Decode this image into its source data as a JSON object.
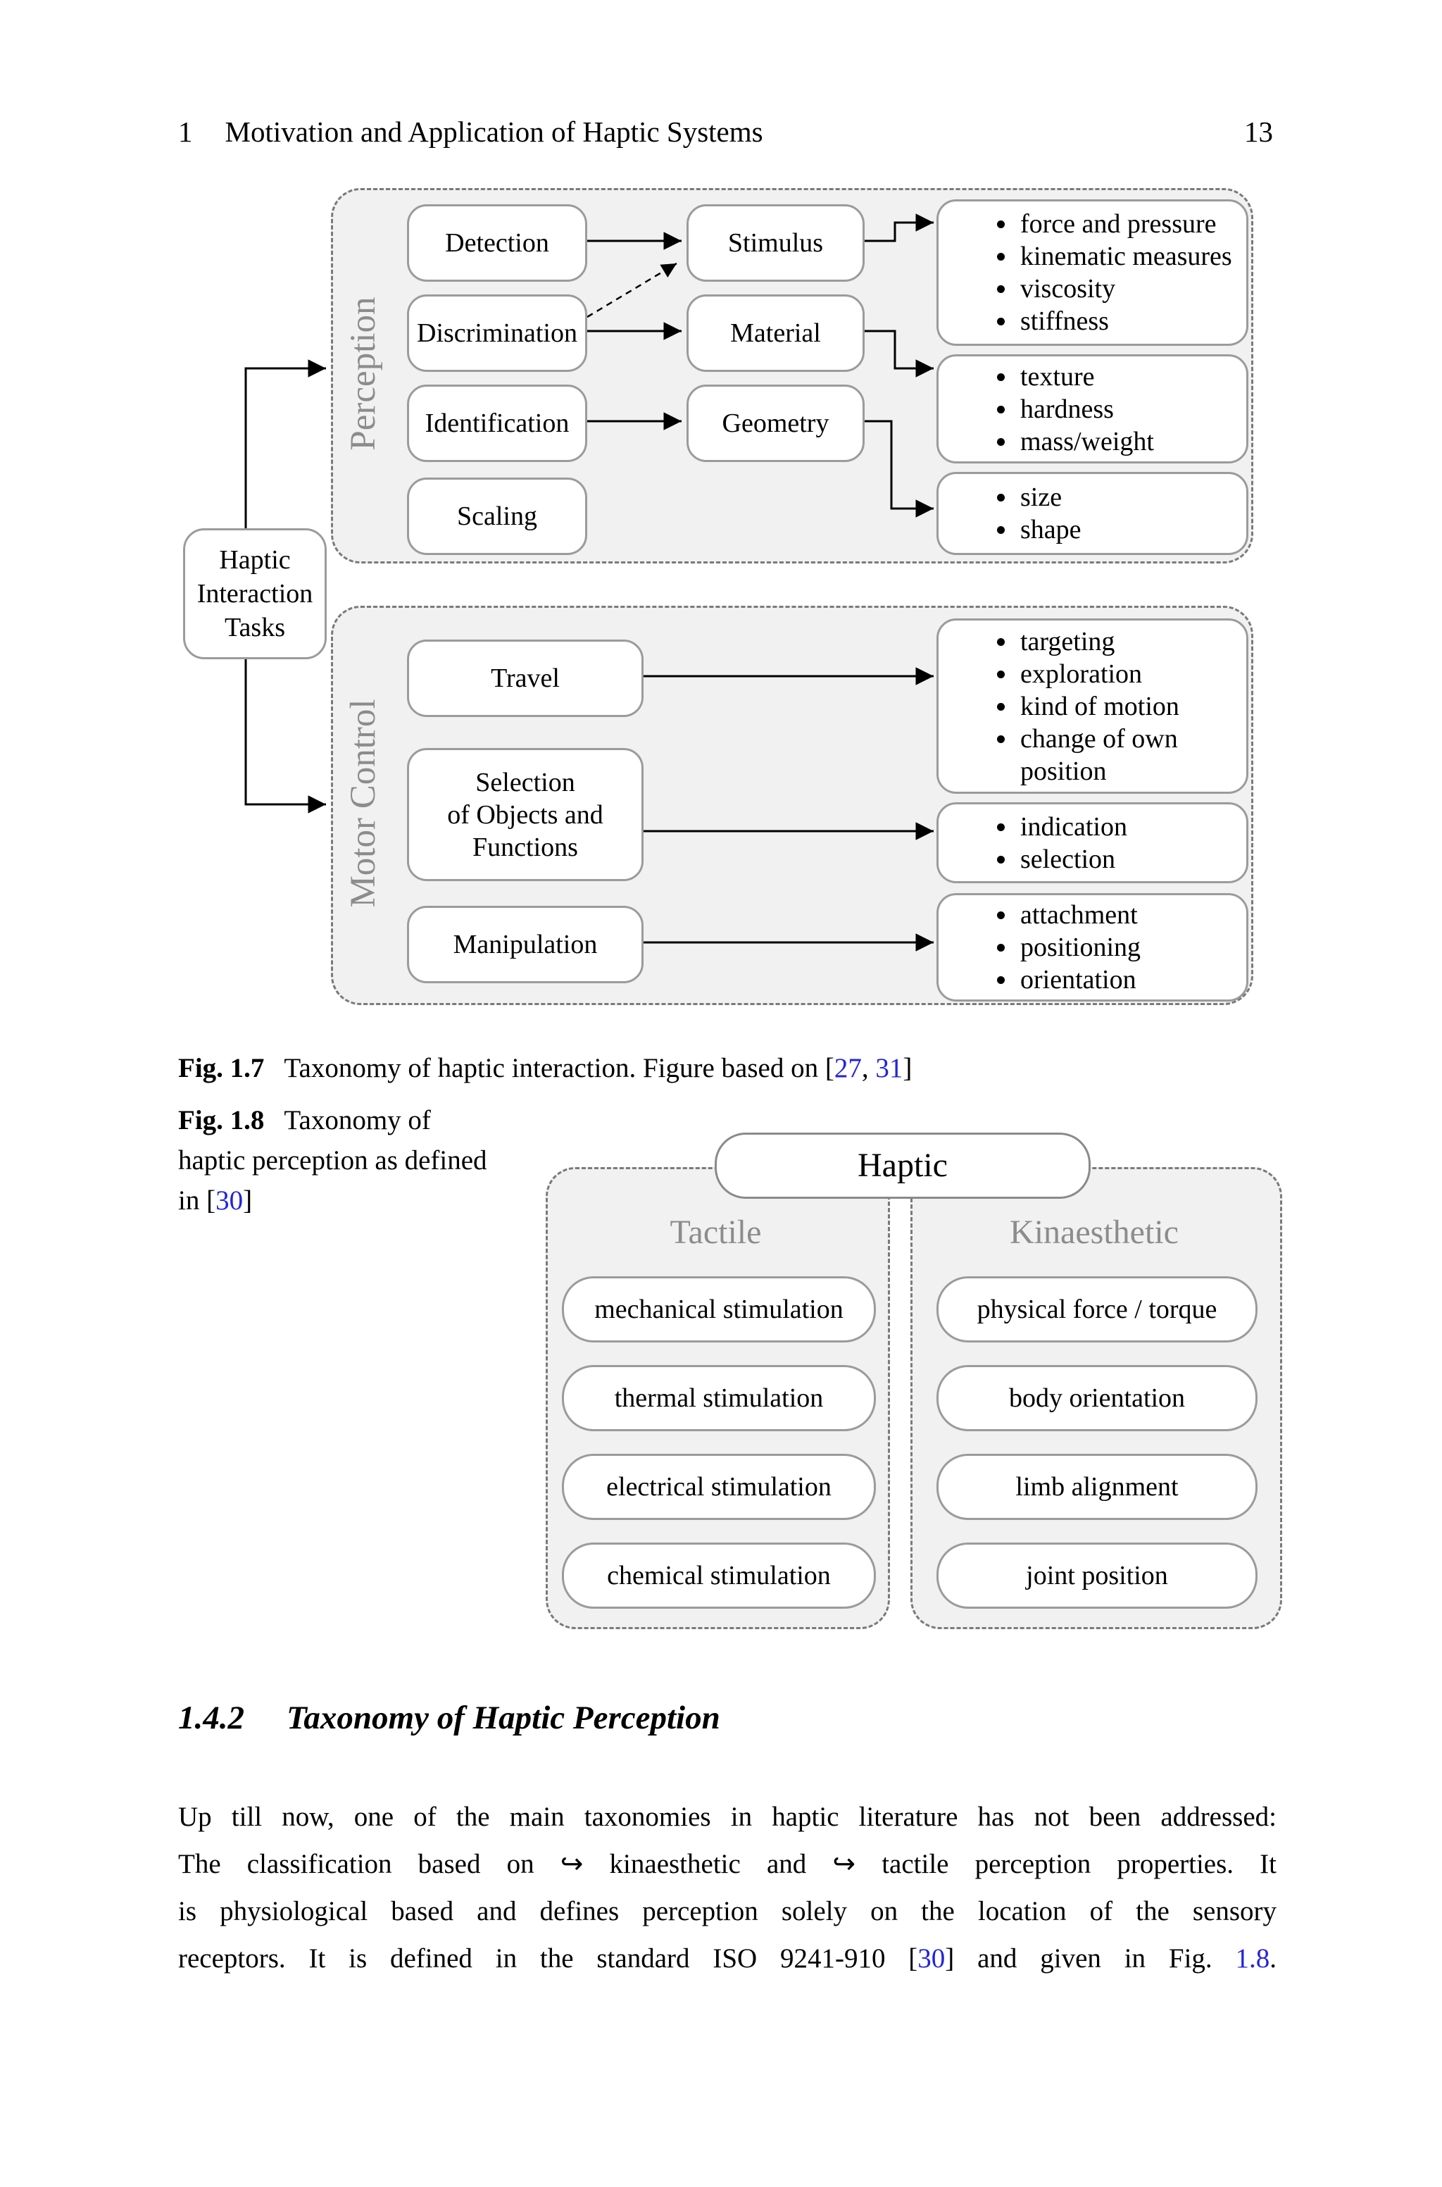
{
  "colors": {
    "link_blue": "#2323dd",
    "label_gray": "#8c8c8c",
    "panel_fill": "#f1f1f1",
    "box_border": "#9b9b9b"
  },
  "page": {
    "header": {
      "num": "1",
      "title": "Motivation and Application of Haptic Systems",
      "page_no": "13"
    }
  },
  "fig17": {
    "tasks": [
      "Haptic",
      "Interaction",
      "Tasks"
    ],
    "perception": {
      "label": "Perception",
      "level1": [
        "Detection",
        "Discrimination",
        "Identification",
        "Scaling"
      ],
      "level2": [
        "Stimulus",
        "Material",
        "Geometry"
      ],
      "bullet_groups": [
        [
          "force and pressure",
          "kinematic measures",
          "viscosity",
          "stiffness"
        ],
        [
          "texture",
          "hardness",
          "mass/weight"
        ],
        [
          "size",
          "shape"
        ]
      ]
    },
    "motor": {
      "label": "Motor Control",
      "travel": "Travel",
      "selection": [
        "Selection",
        "of Objects and",
        "Functions"
      ],
      "manipulation": "Manipulation",
      "bullet_groups": [
        [
          "targeting",
          "exploration",
          "kind of motion",
          "change of own position"
        ],
        [
          "indication",
          "selection"
        ],
        [
          "attachment",
          "positioning",
          "orientation"
        ]
      ]
    },
    "caption": {
      "label": "Fig. 1.7",
      "pre": "Taxonomy of haptic interaction. Figure based on [",
      "ref1": "27",
      "sep": ", ",
      "ref2": "31",
      "post": "]"
    }
  },
  "fig18": {
    "caption": {
      "label": "Fig. 1.8",
      "l1": "Taxonomy of",
      "l2": "haptic perception as defined",
      "l3pre": "in [",
      "ref": "30",
      "l3post": "]"
    },
    "root": "Haptic",
    "tactile": {
      "label": "Tactile",
      "items": [
        "mechanical stimulation",
        "thermal stimulation",
        "electrical stimulation",
        "chemical stimulation"
      ]
    },
    "kinaesthetic": {
      "label": "Kinaesthetic",
      "items": [
        "physical force / torque",
        "body orientation",
        "limb alignment",
        "joint position"
      ]
    }
  },
  "section": {
    "number": "1.4.2",
    "title": "Taxonomy of Haptic Perception"
  },
  "body": {
    "line1": "Up till now, one of the main taxonomies in haptic literature has not been addressed:",
    "line2": "The classification based on ↪ kinaesthetic and ↪ tactile perception properties. It",
    "line3": "is physiological based and defines perception solely on the location of the sensory",
    "line4": {
      "pre": "receptors. It is defined in the standard ISO 9241-910 [",
      "ref": "30",
      "mid": "] and given in Fig. ",
      "fig": "1.8",
      "end": "."
    }
  }
}
